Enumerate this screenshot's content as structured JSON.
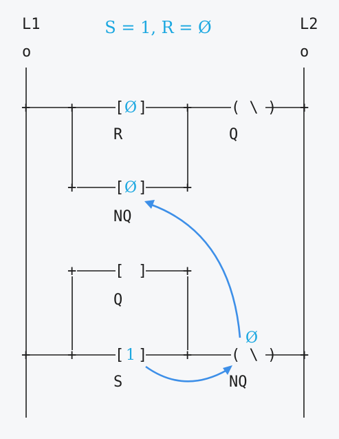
{
  "rails": {
    "left_label": "L1",
    "right_label": "L2",
    "terminal": "o"
  },
  "state_note": "S = 1, R = Ø",
  "rungs": {
    "top": {
      "contact_label": "R",
      "contact_value": "Ø",
      "coil_label": "Q",
      "coil_symbol": "( \\ )"
    },
    "nq_branch": {
      "contact_label": "NQ",
      "contact_value": "Ø"
    },
    "q_branch": {
      "contact_label": "Q",
      "contact_value": " "
    },
    "bottom": {
      "contact_label": "S",
      "contact_value": "1",
      "coil_label": "NQ",
      "coil_symbol": "( \\ )",
      "coil_value": "Ø"
    }
  },
  "colors": {
    "text": "#1e1e1e",
    "value": "#1aa7e0",
    "arrow": "#3d8fe8",
    "background": "#f6f7f9"
  }
}
